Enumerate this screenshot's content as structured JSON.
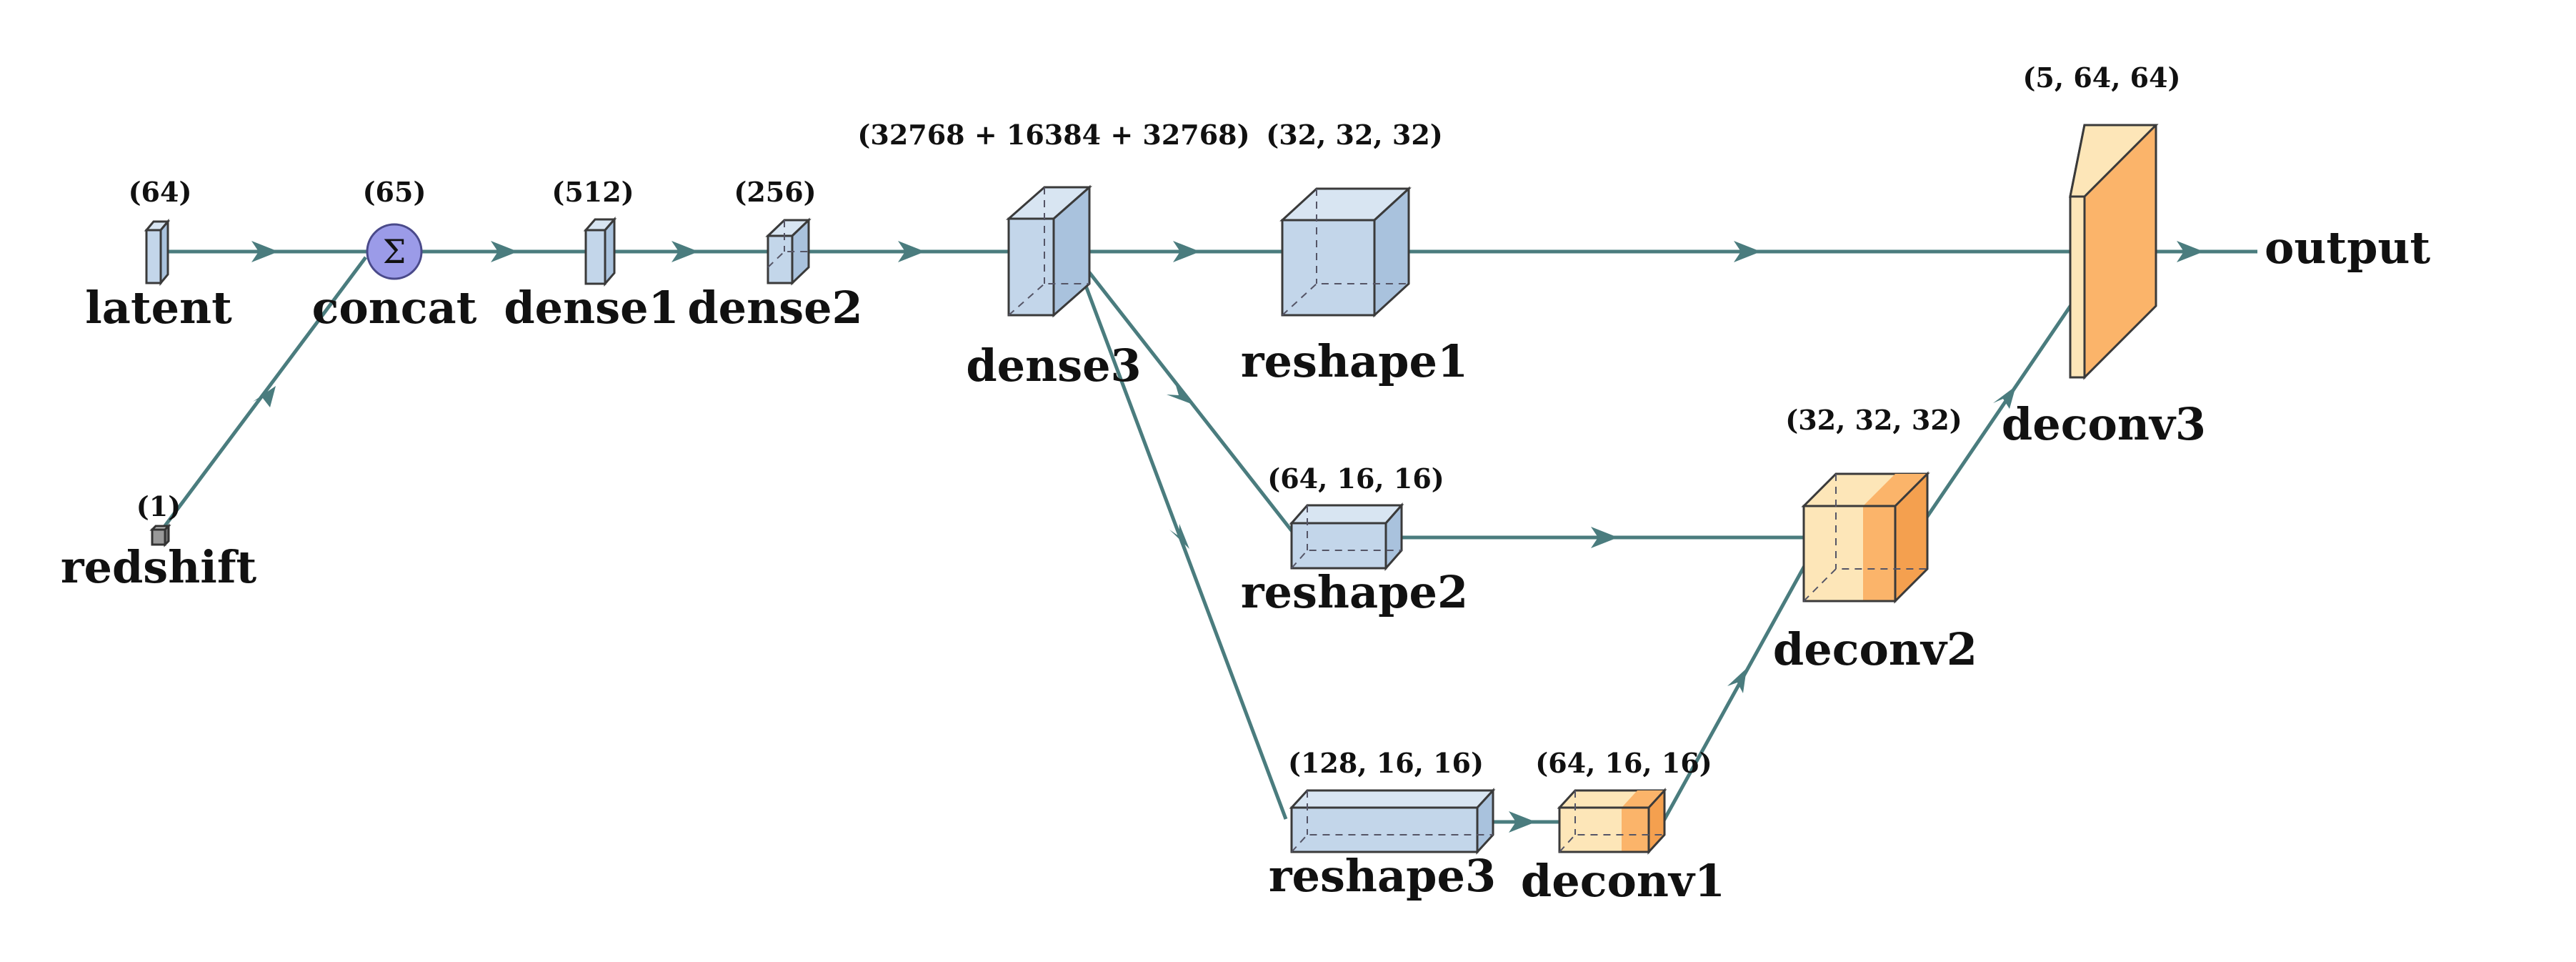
{
  "colors": {
    "edge": "#4a7c7e",
    "dense_block": "#c3d6ea",
    "deconv_light": "#fde6b8",
    "deconv_dark": "#fbb46a",
    "concat_node": "#9b9be8"
  },
  "nodes": {
    "latent": {
      "label": "latent",
      "dim": "(64)"
    },
    "redshift": {
      "label": "redshift",
      "dim": "(1)"
    },
    "concat": {
      "label": "concat",
      "dim": "(65)",
      "symbol": "Σ"
    },
    "dense1": {
      "label": "dense1",
      "dim": "(512)"
    },
    "dense2": {
      "label": "dense2",
      "dim": "(256)"
    },
    "dense3": {
      "label": "dense3",
      "dim": "(32768 + 16384 + 32768)"
    },
    "reshape1": {
      "label": "reshape1",
      "dim": "(32, 32, 32)"
    },
    "reshape2": {
      "label": "reshape2",
      "dim": "(64, 16, 16)"
    },
    "reshape3": {
      "label": "reshape3",
      "dim": "(128, 16, 16)"
    },
    "deconv1": {
      "label": "deconv1",
      "dim": "(64, 16, 16)"
    },
    "deconv2": {
      "label": "deconv2",
      "dim": "(32, 32, 32)"
    },
    "deconv3": {
      "label": "deconv3",
      "dim": "(5, 64, 64)"
    },
    "output": {
      "label": "output"
    }
  }
}
